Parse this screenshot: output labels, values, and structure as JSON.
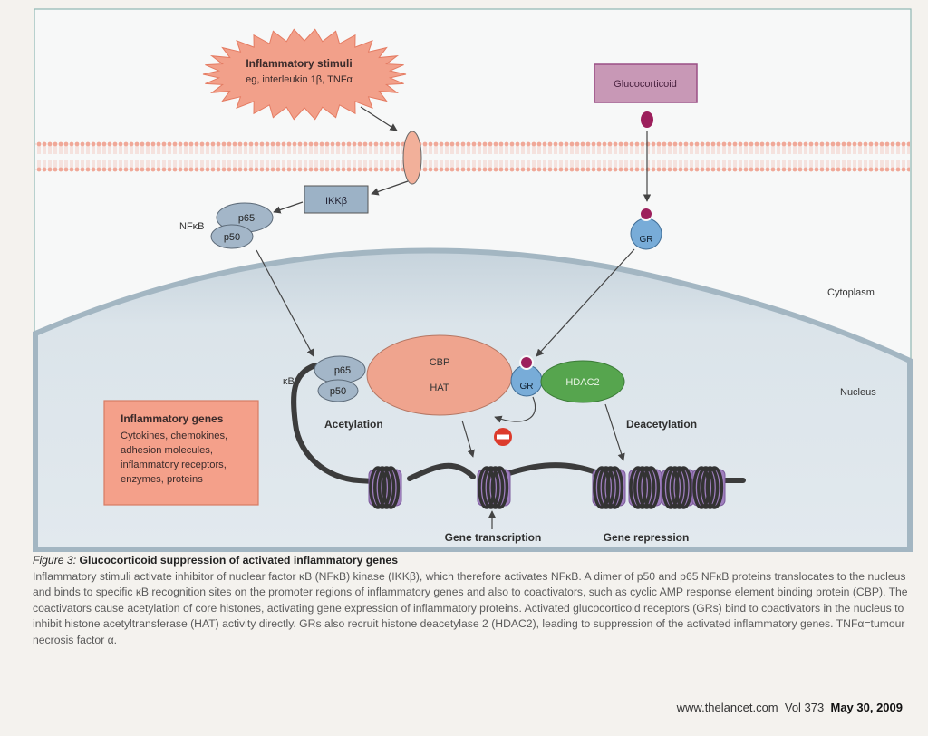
{
  "diagram": {
    "stimuli_title": "Inflammatory stimuli",
    "stimuli_sub": "eg, interleukin 1β, TNFα",
    "glucocorticoid": "Glucocorticoid",
    "ikkb": "IKKβ",
    "nfkb": "NFκB",
    "p65": "p65",
    "p50": "p50",
    "gr": "GR",
    "cytoplasm": "Cytoplasm",
    "nucleus": "Nucleus",
    "kb": "κB",
    "cbp": "CBP",
    "hat": "HAT",
    "hdac2": "HDAC2",
    "acetylation": "Acetylation",
    "deacetylation": "Deacetylation",
    "gene_transcription": "Gene transcription",
    "gene_repression": "Gene repression",
    "genes_box": {
      "title": "Inflammatory genes",
      "lines": [
        "Cytokines, chemokines,",
        "adhesion molecules,",
        "inflammatory receptors,",
        "enzymes, proteins"
      ]
    },
    "colors": {
      "membrane": "#f3b4a8",
      "nucleus_fill": "#d3dde3",
      "cytoplasm_fill": "#e9edf0",
      "salmon": "#efa48e",
      "glucocorticoid_box": "#c898b6",
      "ligand": "#9c1f5c",
      "gr_blue": "#78acd8",
      "subunit_blue": "#a3b6c8",
      "hdac_green": "#56a54e",
      "histone_purple": "#9f7fbe",
      "inhibit_red": "#dc3b2c"
    }
  },
  "caption": {
    "figure_label": "Figure 3:",
    "title": "Glucocorticoid suppression of activated inflammatory genes",
    "body": "Inflammatory stimuli activate inhibitor of nuclear factor κB (NFκB) kinase (IKKβ), which therefore activates NFκB. A dimer of p50 and p65 NFκB proteins translocates to the nucleus and binds to specific κB recognition sites on the promoter regions of inflammatory genes and also to coactivators, such as cyclic AMP response element binding protein (CBP). The coactivators cause acetylation of core histones, activating gene expression of inflammatory proteins. Activated glucocorticoid receptors (GRs) bind to coactivators in the nucleus to inhibit histone acetyltransferase (HAT) activity directly. GRs also recruit histone deacetylase 2 (HDAC2), leading to suppression of the activated inflammatory genes. TNFα=tumour necrosis factor α."
  },
  "footer": {
    "site": "www.thelancet.com",
    "vol": "Vol 373",
    "date": "May 30, 2009"
  }
}
